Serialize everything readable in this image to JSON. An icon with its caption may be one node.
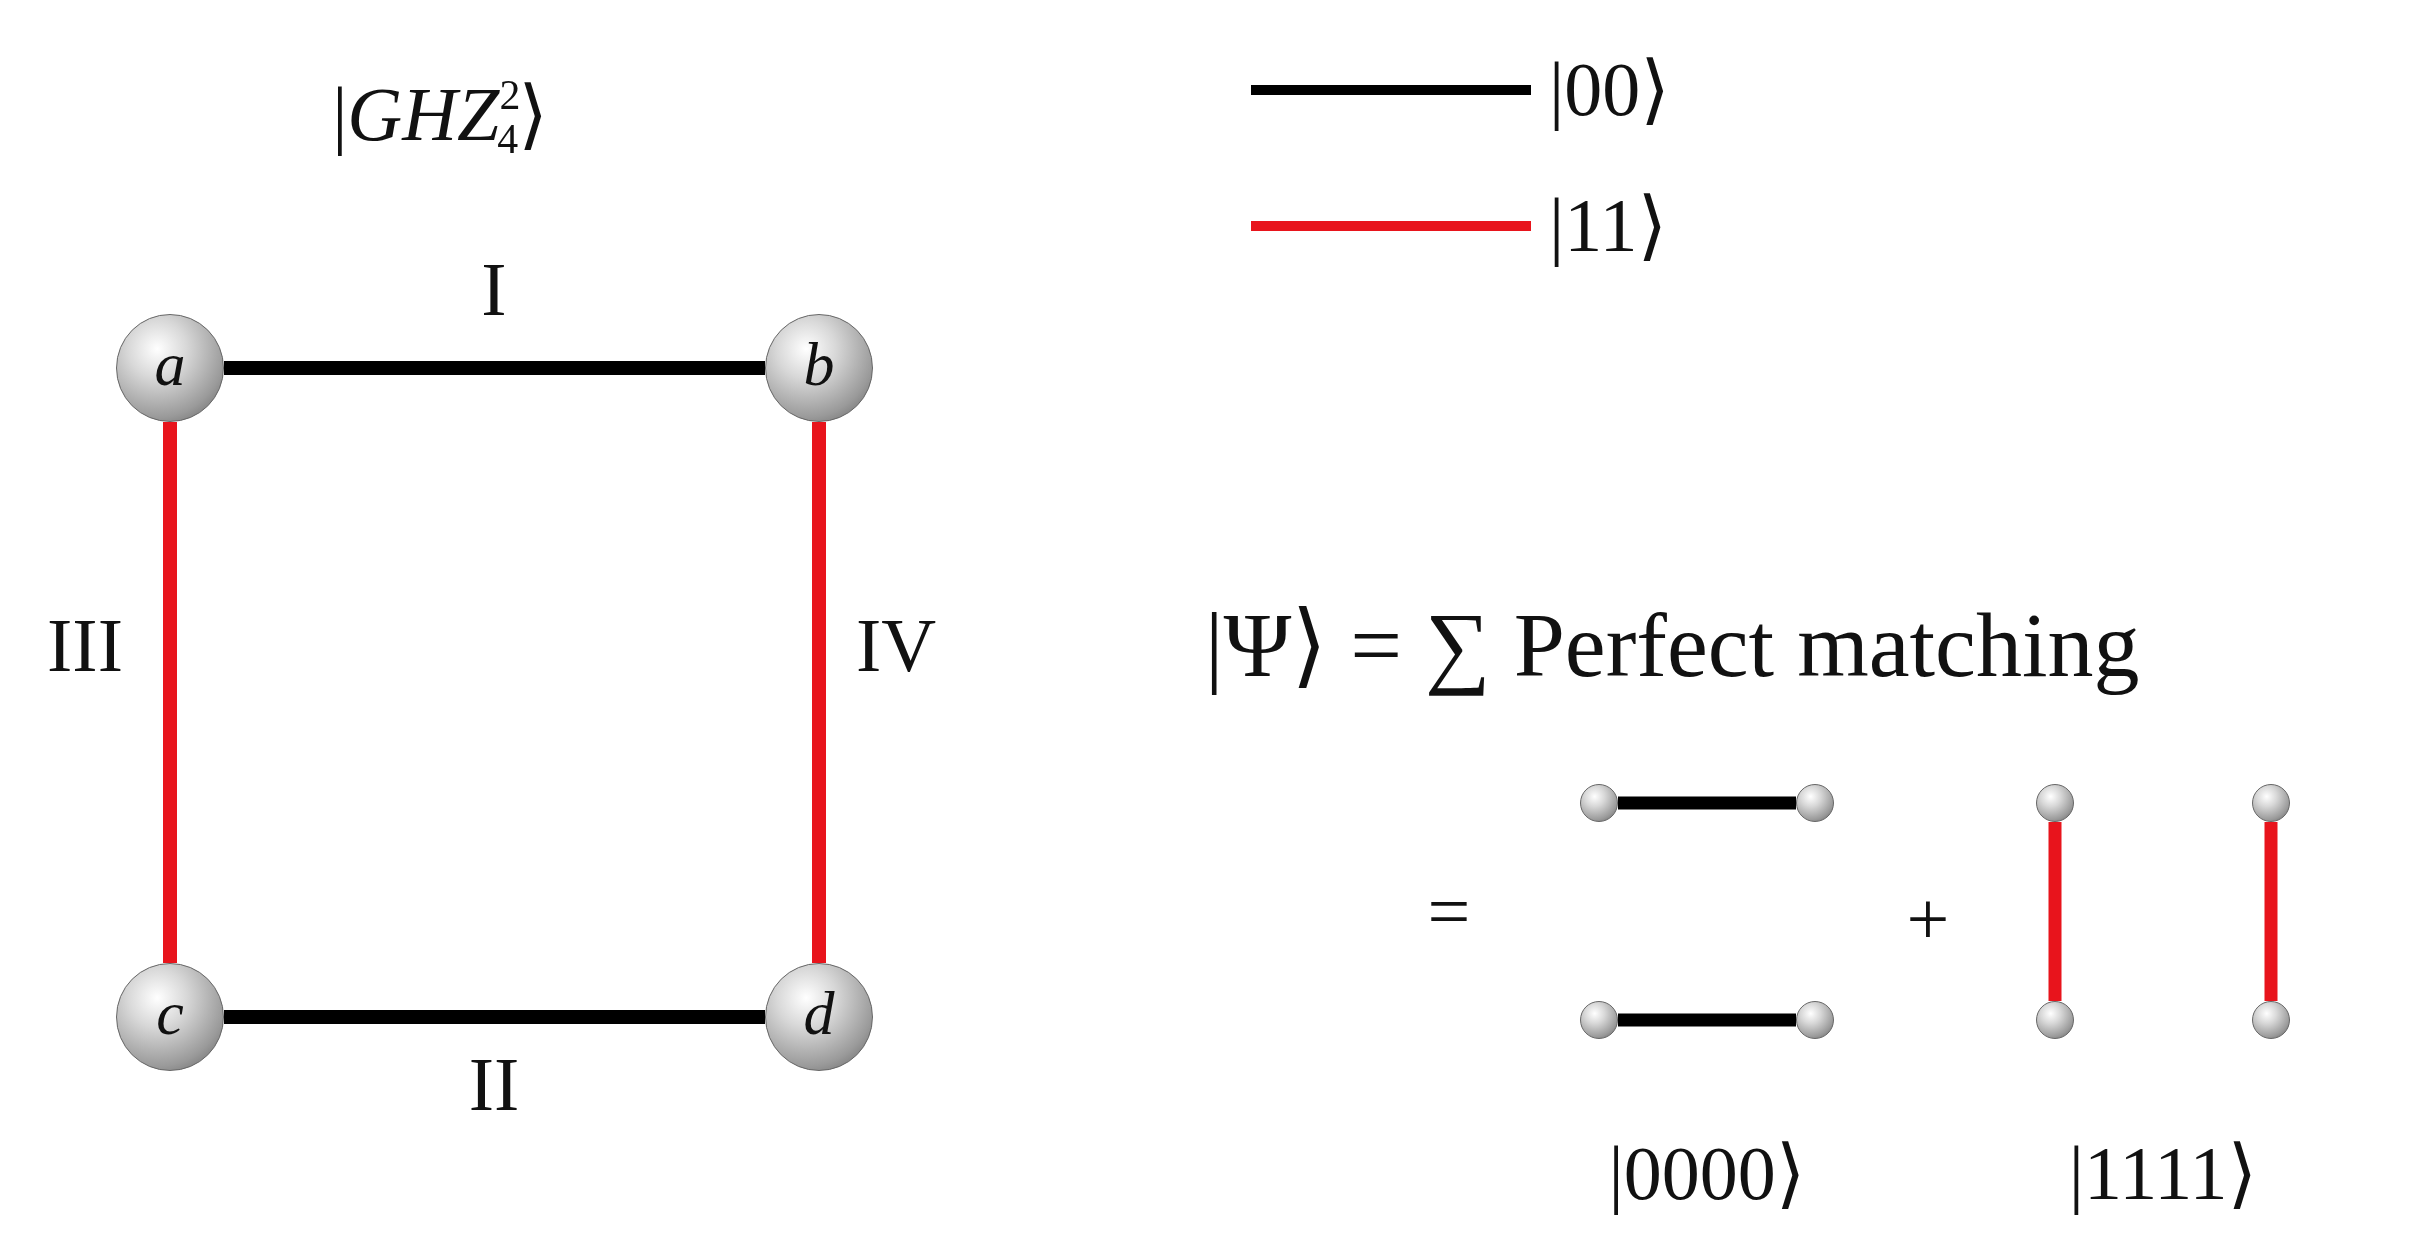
{
  "diagram": {
    "title": "|*GHZ*$^{2}$$_{4}$⟩",
    "nodes": [
      {
        "text": [
          "a"
        ]
      },
      {
        "text": [
          "b"
        ]
      },
      {
        "text": [
          "c"
        ]
      },
      {
        "text": [
          "d"
        ]
      },
      {
        "text": [],
        "shape": "circle"
      },
      {
        "text": [],
        "shape": "circle"
      },
      {
        "text": [],
        "shape": "circle"
      },
      {
        "text": [],
        "shape": "circle"
      },
      {
        "text": [],
        "shape": "circle"
      },
      {
        "text": [],
        "shape": "circle"
      },
      {
        "text": [],
        "shape": "circle"
      },
      {
        "text": [],
        "shape": "circle"
      }
    ],
    "edges": [
      {
        "from": 0,
        "to": 1,
        "arrow": "none",
        "label": "I"
      },
      {
        "from": 2,
        "to": 3,
        "arrow": "none",
        "label": "II"
      },
      {
        "from": 0,
        "to": 2,
        "arrow": "none",
        "label": "III",
        "color": "#e8141c"
      },
      {
        "from": 1,
        "to": 3,
        "arrow": "none",
        "label": "IV",
        "color": "#e8141c"
      },
      {
        "from": 4,
        "to": 5,
        "arrow": "none"
      },
      {
        "from": 8,
        "to": 9,
        "arrow": "none"
      },
      {
        "from": 6,
        "to": 10,
        "arrow": "none",
        "color": "#e8141c"
      },
      {
        "from": 7,
        "to": 11,
        "arrow": "none",
        "color": "#e8141c"
      }
    ],
    "labels": [
      "|Ψ⟩ = ∑ Perfect matching",
      "=",
      "+",
      "|0000⟩",
      "|1111⟩"
    ],
    "legend": [
      {
        "text": "|00⟩"
      },
      {
        "text": "|11⟩"
      }
    ]
  }
}
